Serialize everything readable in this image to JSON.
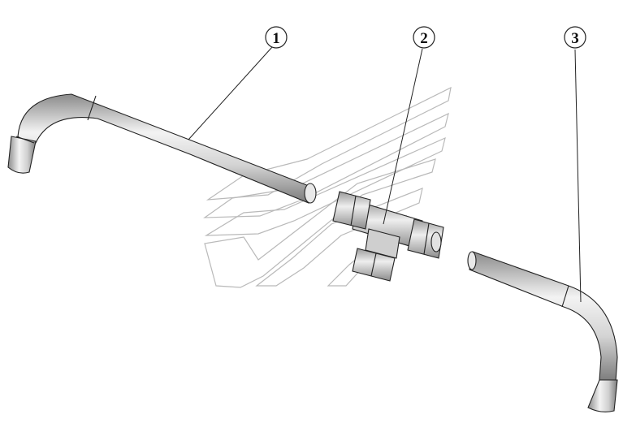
{
  "callouts": [
    {
      "id": "callout-1",
      "label": "1"
    },
    {
      "id": "callout-2",
      "label": "2"
    },
    {
      "id": "callout-3",
      "label": "3"
    }
  ],
  "colors": {
    "line": "#222222",
    "tube_light": "#f4f4f4",
    "tube_mid": "#c8c8c8",
    "tube_dark": "#7a7a7a",
    "watermark": "#b9b9b9"
  }
}
